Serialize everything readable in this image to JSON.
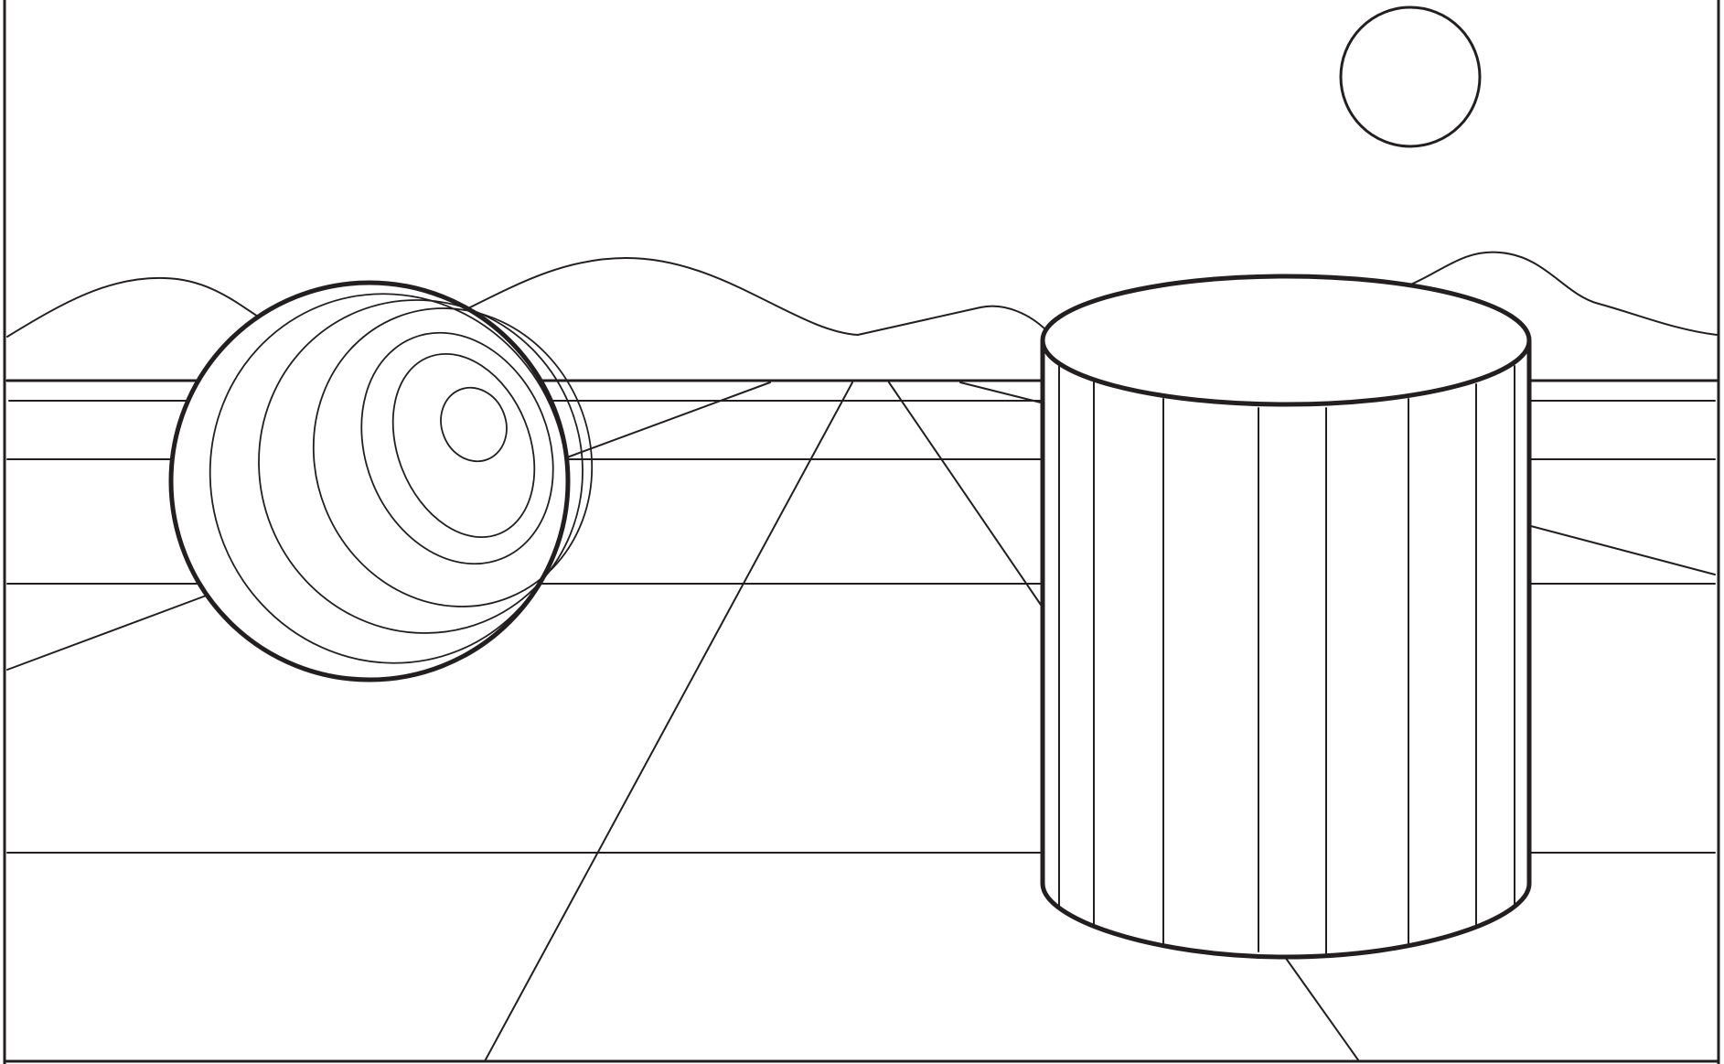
{
  "scene": {
    "kind": "line-art-illustration",
    "colors": {
      "ink": "#231f20",
      "paper": "#ffffff"
    },
    "objects": [
      {
        "name": "sun-circle",
        "shape": "circle"
      },
      {
        "name": "striped-sphere",
        "shape": "sphere",
        "ring_count": 6
      },
      {
        "name": "fluted-cylinder",
        "shape": "cylinder",
        "flute_count": 9
      },
      {
        "name": "distant-hills",
        "shape": "wavy-horizon"
      },
      {
        "name": "floor-grid",
        "shape": "perspective-grid"
      }
    ]
  }
}
